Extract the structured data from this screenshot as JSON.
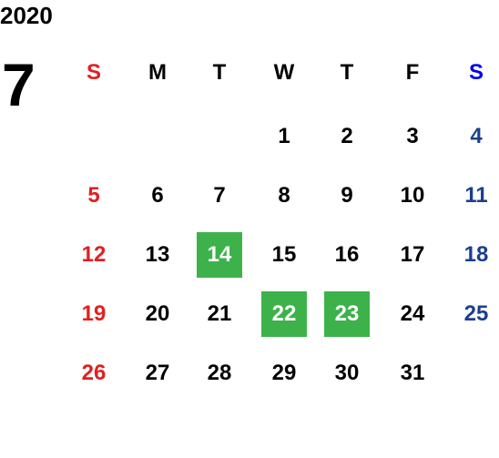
{
  "calendar": {
    "year": "2020",
    "month": "7",
    "weekdays": [
      "S",
      "M",
      "T",
      "W",
      "T",
      "F",
      "S"
    ],
    "weeks": [
      [
        "",
        "",
        "",
        "1",
        "2",
        "3",
        "4"
      ],
      [
        "5",
        "6",
        "7",
        "8",
        "9",
        "10",
        "11"
      ],
      [
        "12",
        "13",
        "14",
        "15",
        "16",
        "17",
        "18"
      ],
      [
        "19",
        "20",
        "21",
        "22",
        "23",
        "24",
        "25"
      ],
      [
        "26",
        "27",
        "28",
        "29",
        "30",
        "31",
        ""
      ]
    ],
    "highlighted_days": [
      "14",
      "22",
      "23"
    ]
  },
  "colors": {
    "sunday": "#e02020",
    "saturday_header": "#0000ee",
    "saturday": "#1b3f8f",
    "highlight": "#3db24b",
    "text": "#000000"
  }
}
